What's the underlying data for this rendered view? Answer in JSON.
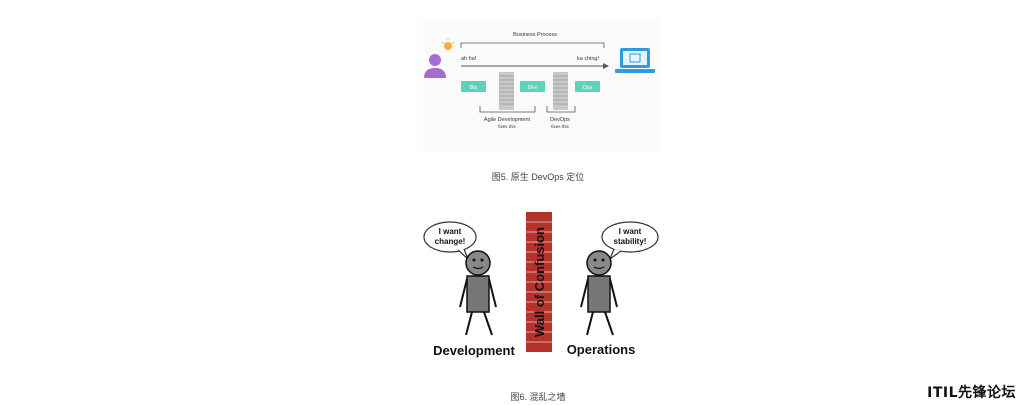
{
  "figure1": {
    "process_label": "Business Process",
    "left_text": "ah ha!",
    "right_text": "ka ching!",
    "stages": [
      "Biz",
      "Dev",
      "Ops"
    ],
    "note_agile": "Agile Development",
    "note_agile_sub": "fixes this",
    "note_devops": "DevOps",
    "note_devops_sub": "fixes this",
    "caption": "图5. 原生 DevOps 定位",
    "colors": {
      "stage": "#5fd3b8",
      "person": "#a56cd6",
      "laptop": "#2e9be0",
      "bulb": "#f3b234"
    }
  },
  "figure2": {
    "wall_label": "Wall of Confusion",
    "left_bubble": [
      "I want",
      "change!"
    ],
    "right_bubble": [
      "I want",
      "stability!"
    ],
    "left_label": "Development",
    "right_label": "Operations",
    "caption": "图6. 混乱之墙",
    "colors": {
      "brick": "#b5322c"
    }
  },
  "footer": {
    "brand": "ITIL先锋论坛"
  }
}
